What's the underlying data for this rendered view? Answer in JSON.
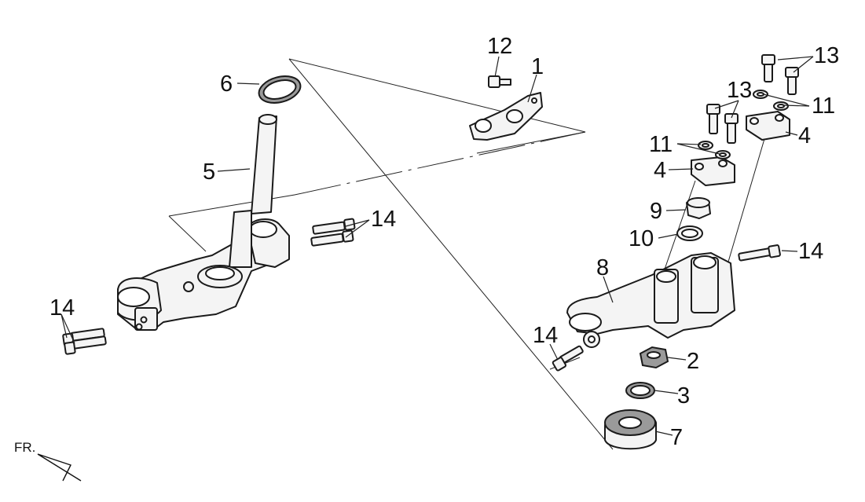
{
  "callouts": {
    "c1": "1",
    "c2": "2",
    "c3": "3",
    "c4a": "4",
    "c4b": "4",
    "c5": "5",
    "c6": "6",
    "c7": "7",
    "c8": "8",
    "c9": "9",
    "c10": "10",
    "c11a": "11",
    "c11b": "11",
    "c12": "12",
    "c13a": "13",
    "c13b": "13",
    "c14a": "14",
    "c14b": "14",
    "c14c": "14",
    "c14d": "14"
  },
  "orientation": {
    "label": "FR."
  }
}
